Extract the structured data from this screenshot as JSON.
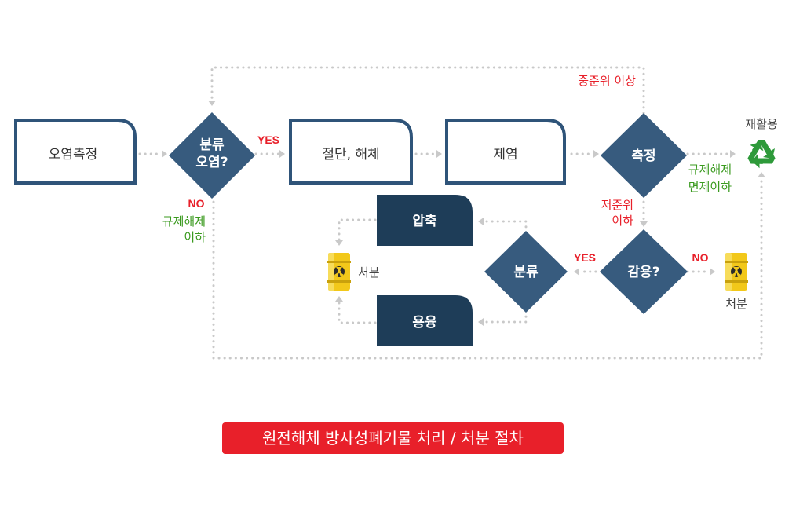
{
  "nodes": {
    "measure_contamination": "오염측정",
    "classify_q": [
      "분류",
      "오염?"
    ],
    "cutting": "절단, 해체",
    "decontamination": "제염",
    "measure": "측정",
    "reuse_q": "감용?",
    "classify": "분류",
    "compress": "압축",
    "melt": "용융",
    "recycle": "재활용",
    "disposal_left": "처분",
    "disposal_right": "처분"
  },
  "labels": {
    "yes_1": "YES",
    "no_1": "NO",
    "below_clearance_1": [
      "규제해제",
      "이하"
    ],
    "above_intermediate": "중준위 이상",
    "clearance_exempt": [
      "규제해제",
      "면제이하"
    ],
    "below_low": [
      "저준위",
      "이하"
    ],
    "yes_2": "YES",
    "no_2": "NO"
  },
  "caption": "원전해체 방사성폐기물 처리 / 처분 절차",
  "colors": {
    "box_border": "#2f5479",
    "diamond": "#375b7e",
    "dark_box": "#1e3d58",
    "connector": "#c9c9c9",
    "red": "#e8202a",
    "green": "#3a9a1e",
    "recycle": "#2e9a3a",
    "barrel": "#f2c81a"
  },
  "icons": [
    "recycle-icon",
    "radioactive-barrel-icon"
  ]
}
